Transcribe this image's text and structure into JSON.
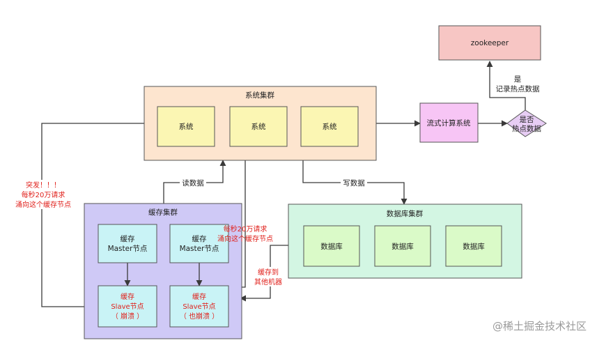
{
  "zookeeper": "zookeeper",
  "system_cluster": {
    "title": "系统集群",
    "nodes": [
      "系统",
      "系统",
      "系统"
    ]
  },
  "stream_system": "流式计算系统",
  "decision": [
    "是否",
    "热点数据"
  ],
  "record_label": [
    "是",
    "记录热点数据"
  ],
  "read_label": "读数据",
  "write_label": "写数据",
  "cache_cluster": {
    "title": "缓存集群",
    "masters": [
      [
        "缓存",
        "Master节点"
      ],
      [
        "缓存",
        "Master节点"
      ]
    ],
    "slaves": [
      [
        "缓存",
        "Slave节点",
        "（ 崩溃 ）"
      ],
      [
        "缓存",
        "Slave节点",
        "（ 也崩溃 ）"
      ]
    ]
  },
  "db_cluster": {
    "title": "数据库集群",
    "nodes": [
      "数据库",
      "数据库",
      "数据库"
    ]
  },
  "alert_left": [
    "突发！！！",
    "每秒20万请求",
    "涌向这个缓存节点"
  ],
  "alert_mid": [
    "每秒20万请求",
    "涌向这个缓存节点"
  ],
  "alert_cache": [
    "缓存到",
    "其他机器"
  ],
  "watermark": "@稀土掘金技术社区",
  "colors": {
    "system_cluster_fill": "#fde5cf",
    "system_node_fill": "#fbf6b3",
    "cache_cluster_fill": "#cfc9f6",
    "cache_node_fill": "#c9f3f6",
    "db_cluster_fill": "#d3f6e3",
    "db_node_fill": "#dafac8",
    "zookeeper_fill": "#f7c6c4",
    "stream_fill": "#f7c5f5",
    "decision_fill": "#e7cdf4",
    "alert_text": "#e0201b"
  }
}
